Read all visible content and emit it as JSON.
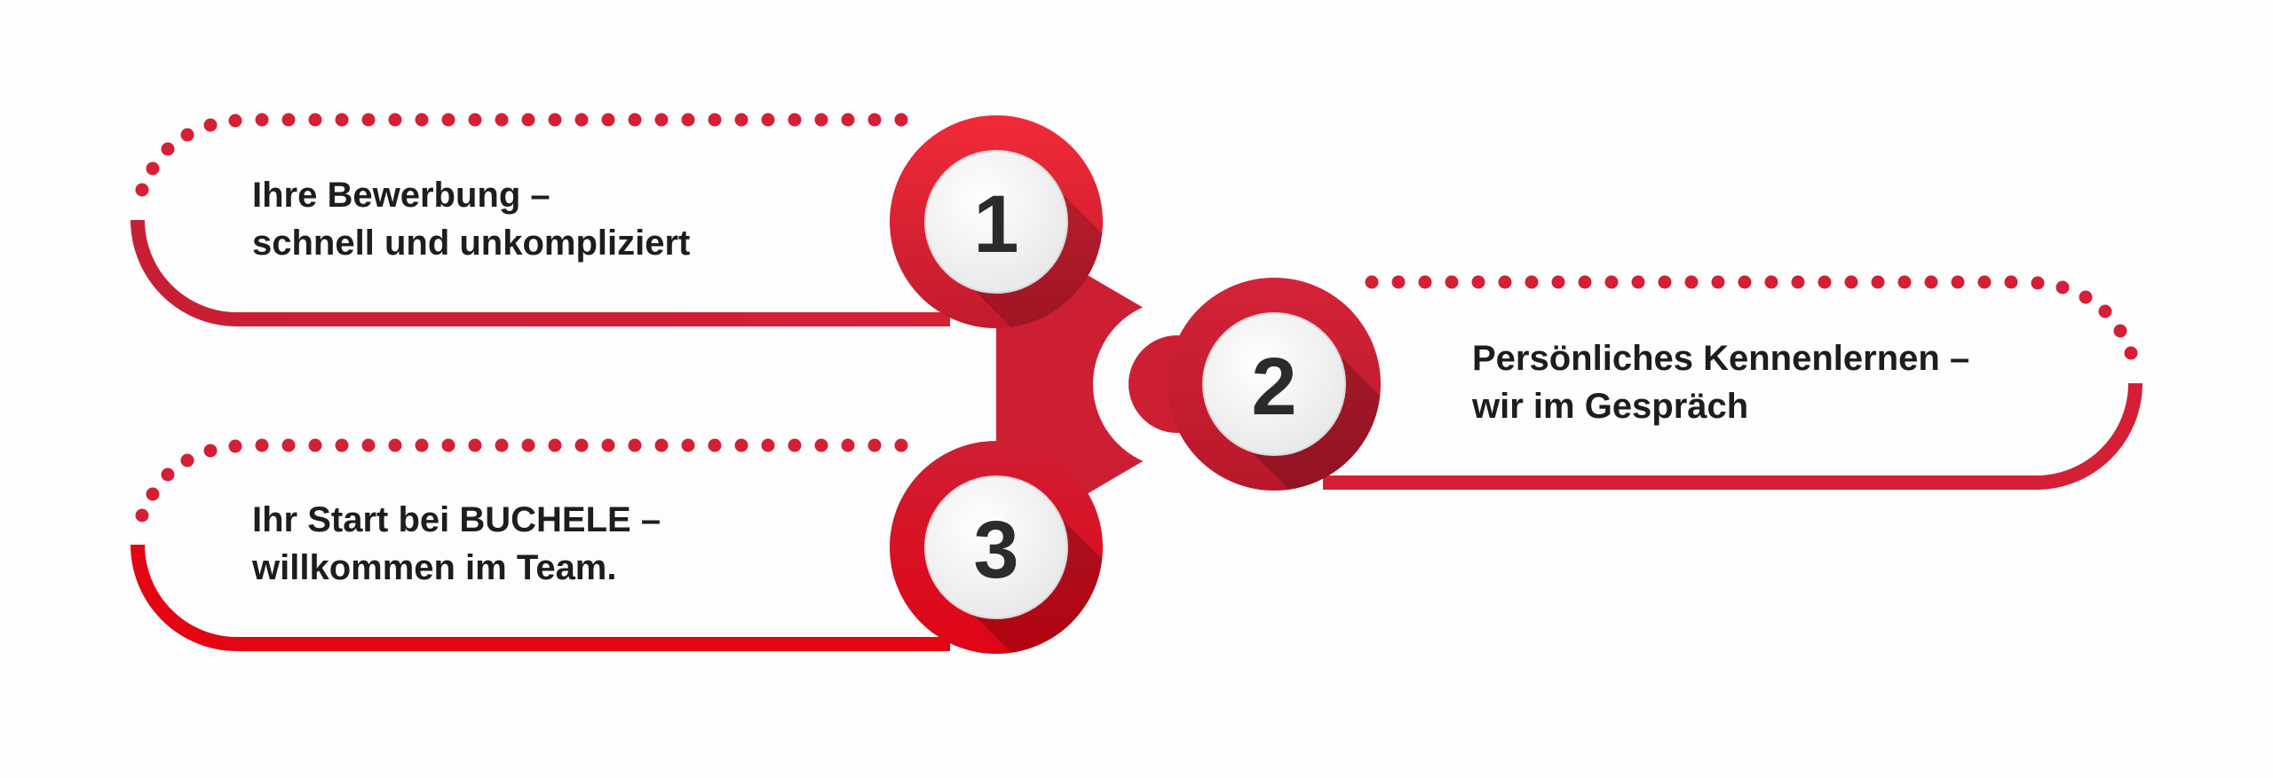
{
  "colors": {
    "accent": "#d41f35",
    "accent_dark": "#9c1424",
    "accent_bright": "#e20613",
    "text": "#1d1d1d",
    "circle_face": "#f4f4f4",
    "background": "#fdfdfd"
  },
  "steps": [
    {
      "number": "1",
      "line1": "Ihre Bewerbung –",
      "line2": "schnell und unkompliziert"
    },
    {
      "number": "2",
      "line1": "Persönliches Kennenlernen –",
      "line2": "wir im Gespräch"
    },
    {
      "number": "3",
      "line1": "Ihr Start bei BUCHELE –",
      "line2": "willkommen im Team."
    }
  ]
}
